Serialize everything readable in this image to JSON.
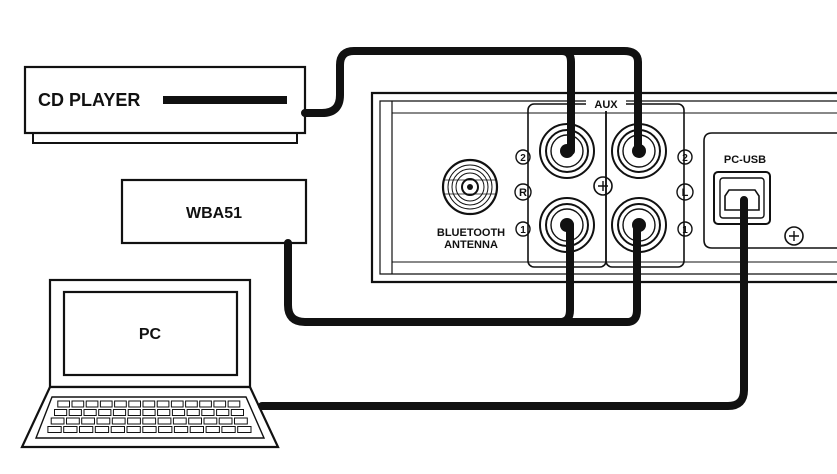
{
  "devices": {
    "cd_player": "CD PLAYER",
    "wba51": "WBA51",
    "pc": "PC"
  },
  "panel": {
    "aux_label": "AUX",
    "bluetooth_label_line1": "BLUETOOTH",
    "bluetooth_label_line2": "ANTENNA",
    "pc_usb_label": "PC-USB",
    "right_channel": "R",
    "left_channel": "L",
    "input_2": "2",
    "input_1": "1"
  },
  "colors": {
    "line": "#111111",
    "background": "#ffffff"
  }
}
